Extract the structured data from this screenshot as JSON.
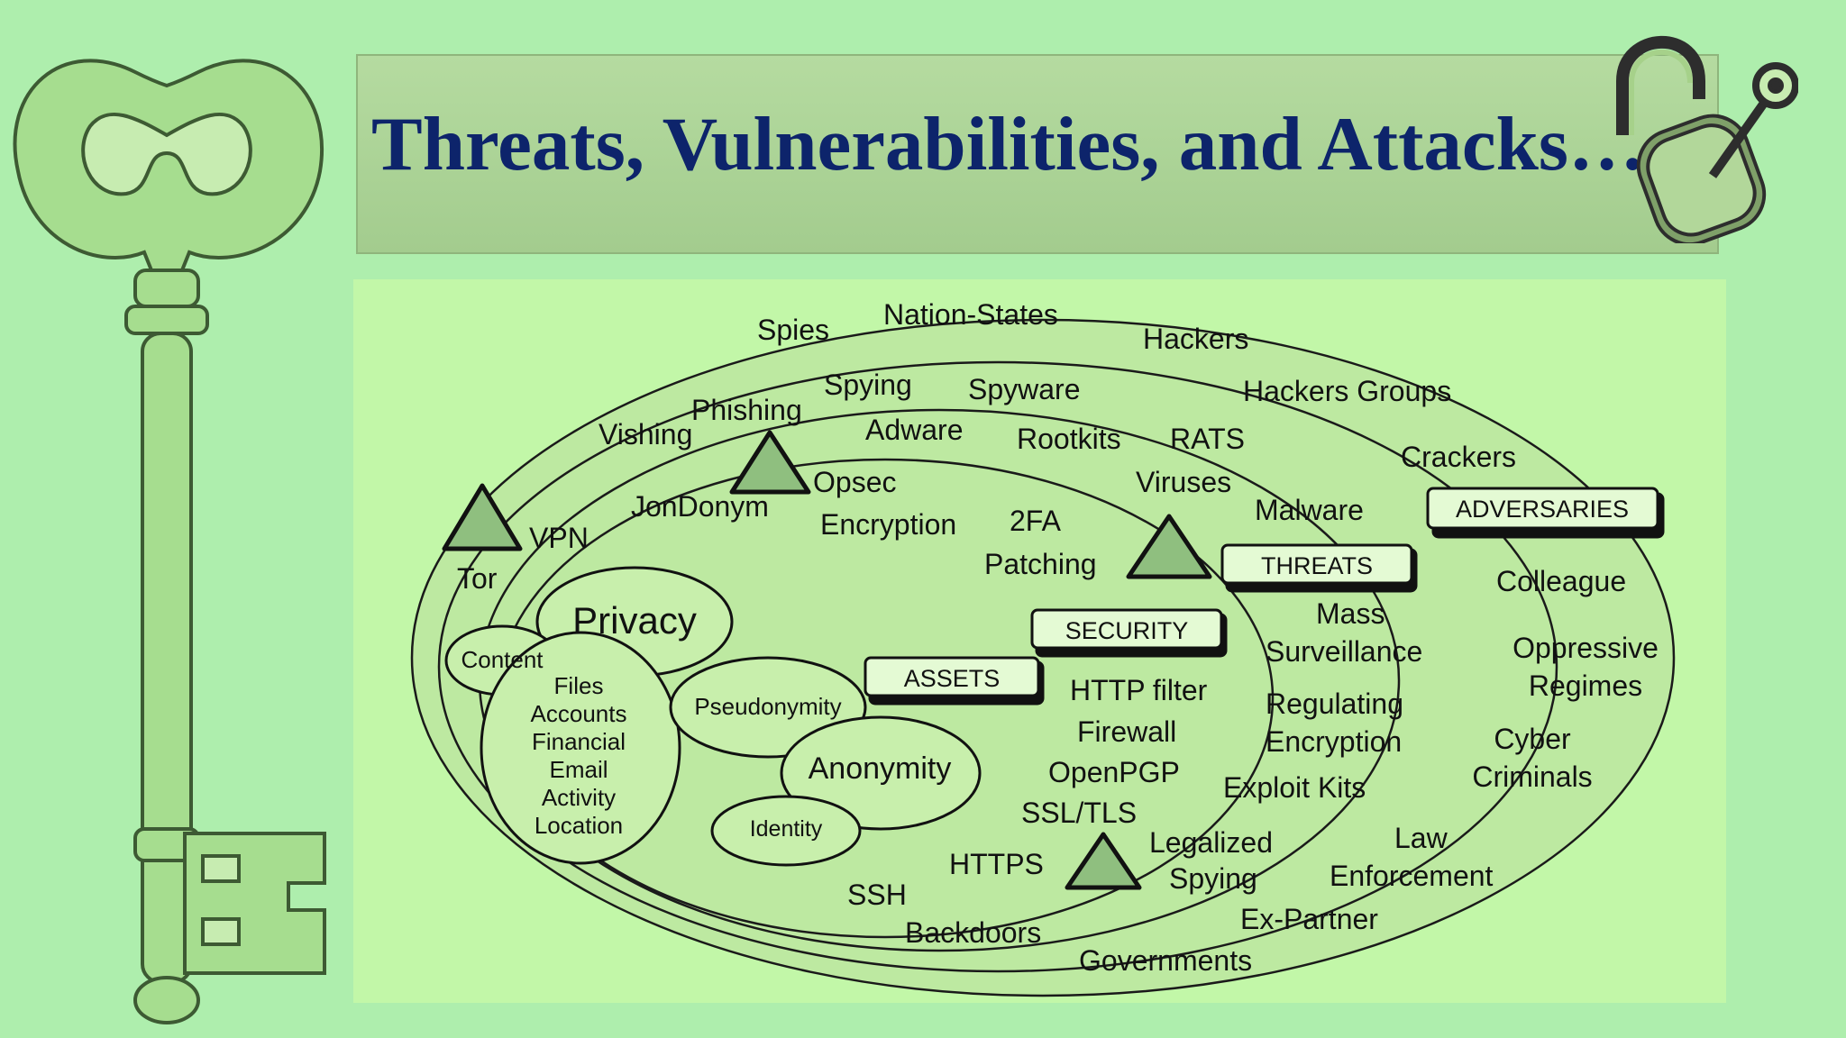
{
  "title": "Threats, Vulnerabilities, and Attacks…",
  "categories": {
    "adversaries": "ADVERSARIES",
    "threats": "THREATS",
    "security": "SECURITY",
    "assets": "ASSETS"
  },
  "assets": {
    "privacy": "Privacy",
    "anonymity": "Anonymity",
    "pseudonymity": "Pseudonymity",
    "identity": "Identity",
    "content": "Content",
    "content_items": [
      "Files",
      "Accounts",
      "Financial",
      "Email",
      "Activity",
      "Location"
    ]
  },
  "security": {
    "vpn": "VPN",
    "tor": "Tor",
    "jondonym": "JonDonym",
    "opsec": "Opsec",
    "encryption": "Encryption",
    "twofa": "2FA",
    "patching": "Patching",
    "http_filter": "HTTP filter",
    "firewall": "Firewall",
    "openpgp": "OpenPGP",
    "ssl_tls": "SSL/TLS",
    "https": "HTTPS",
    "ssh": "SSH"
  },
  "threats": {
    "vishing": "Vishing",
    "phishing": "Phishing",
    "spying": "Spying",
    "spyware": "Spyware",
    "adware": "Adware",
    "rootkits": "Rootkits",
    "rats": "RATS",
    "viruses": "Viruses",
    "malware": "Malware",
    "mass": "Mass",
    "surveillance": "Surveillance",
    "regulating": "Regulating",
    "encryption": "Encryption",
    "exploit_kits": "Exploit Kits",
    "legalized": "Legalized",
    "spying2": "Spying",
    "backdoors": "Backdoors"
  },
  "adversaries": {
    "spies": "Spies",
    "nation_states": "Nation-States",
    "hackers": "Hackers",
    "hackers_groups": "Hackers Groups",
    "crackers": "Crackers",
    "colleague": "Colleague",
    "oppressive": "Oppressive",
    "regimes": "Regimes",
    "cyber": "Cyber",
    "criminals": "Criminals",
    "law": "Law",
    "enforcement": "Enforcement",
    "ex_partner": "Ex-Partner",
    "governments": "Governments"
  },
  "colors": {
    "background": "#aeeead",
    "panel": "#c2f7a8",
    "title_text": "#0d246b",
    "triangle": "#8fbf7f",
    "ellipse_fill": "#bde9a1"
  },
  "icons": [
    "skeleton-key-icon",
    "padlock-with-key-icon",
    "warning-triangle-icon"
  ]
}
